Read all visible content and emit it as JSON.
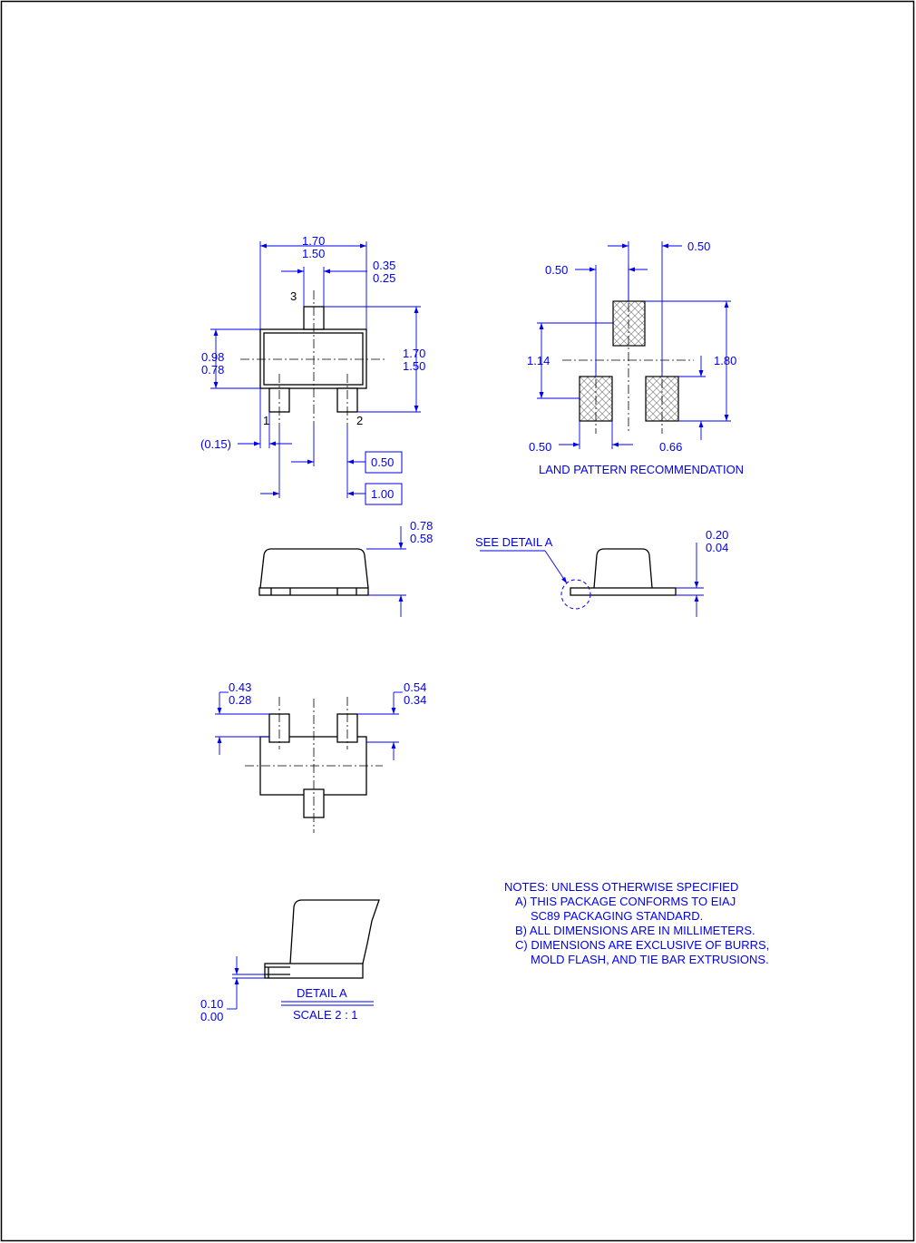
{
  "top_view": {
    "body_length_max": "1.70",
    "body_length_min": "1.50",
    "lead_width_max": "0.35",
    "lead_width_min": "0.25",
    "pin3": "3",
    "pin1": "1",
    "pin2": "2",
    "body_width_max": "0.98",
    "body_width_min": "0.78",
    "overall_max": "1.70",
    "overall_min": "1.50",
    "lead_offset": "(0.15)",
    "basic_pitch": "0.50",
    "basic_span": "1.00"
  },
  "land_pattern": {
    "pad_width_top": "0.50",
    "pad_width_right": "0.50",
    "pitch_vertical": "1.14",
    "overall_height": "1.80",
    "pad_width_bottom": "0.50",
    "pad_height": "0.66",
    "caption": "LAND PATTERN RECOMMENDATION"
  },
  "side_view": {
    "height_max": "0.78",
    "height_min": "0.58"
  },
  "end_view": {
    "callout": "SEE DETAIL A",
    "standoff_max": "0.20",
    "standoff_min": "0.04"
  },
  "bottom_view": {
    "lead_len_a_max": "0.43",
    "lead_len_a_min": "0.28",
    "lead_len_b_max": "0.54",
    "lead_len_b_min": "0.34"
  },
  "detail": {
    "lead_thickness_max": "0.10",
    "lead_thickness_min": "0.00",
    "title": "DETAIL A",
    "scale": "SCALE 2 : 1"
  },
  "notes": [
    "NOTES: UNLESS OTHERWISE SPECIFIED",
    "A) THIS PACKAGE CONFORMS TO EIAJ",
    "SC89 PACKAGING STANDARD.",
    "B) ALL DIMENSIONS ARE IN MILLIMETERS.",
    "C) DIMENSIONS ARE EXCLUSIVE OF BURRS,",
    "MOLD FLASH, AND TIE BAR EXTRUSIONS."
  ],
  "colors": {
    "dimension": "#0000ee",
    "outline": "#000000"
  }
}
